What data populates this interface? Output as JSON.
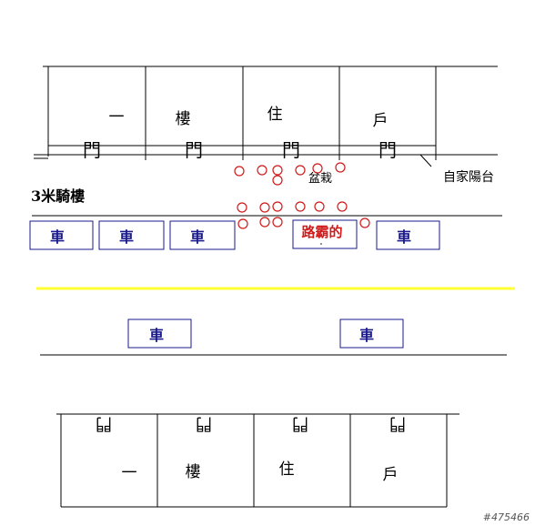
{
  "top_row": {
    "labels": [
      "一",
      "樓",
      "住",
      "戶"
    ],
    "door_label": "門",
    "balcony_label": "自家陽台"
  },
  "arcade_label": "3米騎樓",
  "planter_label": "盆栽",
  "near_lane_cars": [
    "車",
    "車",
    "車",
    "車"
  ],
  "road_hog_label": "路霸的",
  "far_lane_cars": [
    "車",
    "車"
  ],
  "bottom_row": {
    "labels": [
      "一",
      "樓",
      "住",
      "戶"
    ],
    "door_glyph": "門"
  },
  "watermark": "#475466",
  "colors": {
    "line": "#000000",
    "car_border": "#1a1a8c",
    "car_text": "#1a1a8c",
    "road_hog": "#d11a1a",
    "planter": "#d11a1a",
    "center_line": "#ffff33"
  }
}
